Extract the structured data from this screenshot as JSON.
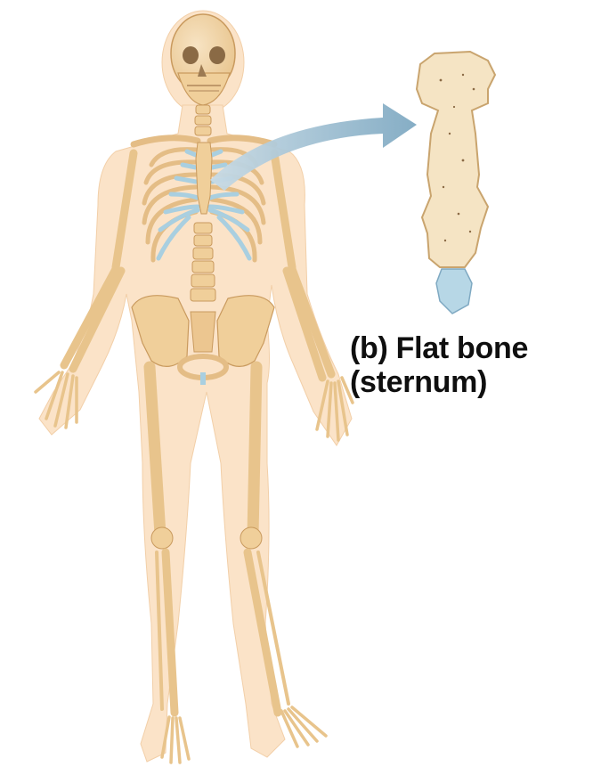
{
  "figure": {
    "caption_line1": "(b) Flat bone",
    "caption_line2": "(sternum)"
  },
  "colors": {
    "background": "#ffffff",
    "body_silhouette": "#fbe3c8",
    "bone": "#f0cf9a",
    "bone_outline": "#c99a5e",
    "cartilage": "#a9cfe0",
    "arrow": "#8fb5cc",
    "caption_text": "#0f0f0f"
  },
  "icons": [
    "skeleton-figure",
    "sternum-bone",
    "pointer-arrow"
  ]
}
